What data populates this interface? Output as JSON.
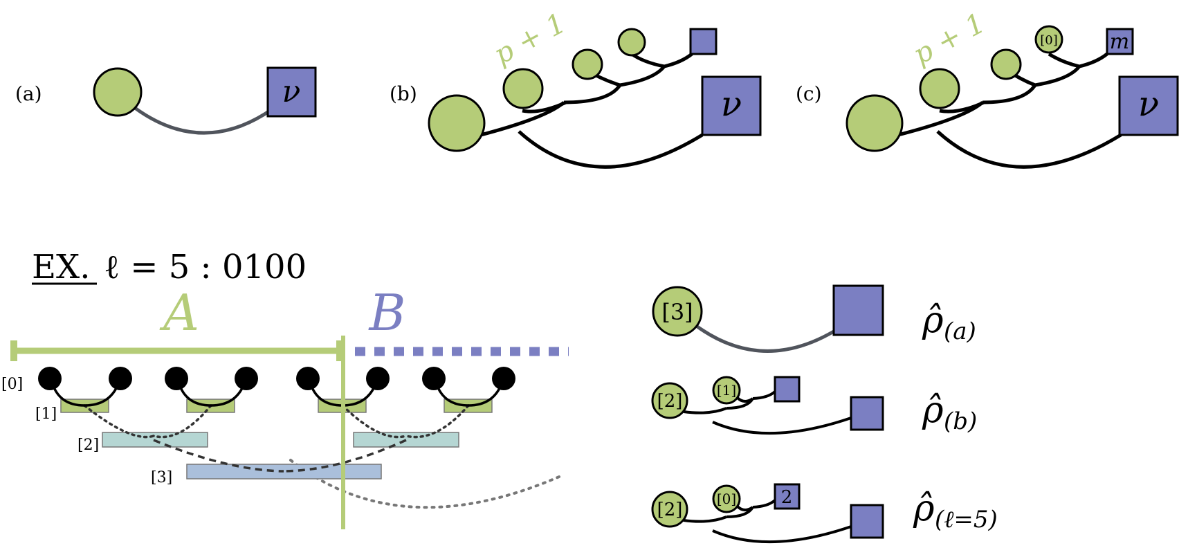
{
  "colors": {
    "green": "#b5cc78",
    "blue": "#7b7fc2",
    "teal": "#b5d6d3",
    "slate": "#aabfdb",
    "dark": "#000000",
    "gray_link": "#50545c",
    "green_text": "#b5cc78",
    "blue_text": "#7b7fc2"
  },
  "panel_a": {
    "label": "(a)",
    "nu": "ν"
  },
  "panel_b": {
    "label": "(b)",
    "nu": "ν",
    "p_label": "p + 1"
  },
  "panel_c": {
    "label": "(c)",
    "nu": "ν",
    "p_label": "p + 1",
    "zero_label": "[0]",
    "m_label": "m"
  },
  "example": {
    "ex_label": "EX.",
    "equation": "ℓ = 5 : 0100",
    "region_a": "A",
    "region_b": "B",
    "level_labels": [
      "[0]",
      "[1]",
      "[2]",
      "[3]"
    ]
  },
  "legend": {
    "row_a": {
      "circle": "[3]",
      "rho": "ρ̂",
      "sub": "(a)"
    },
    "row_b": {
      "circle1": "[2]",
      "circle2": "[1]",
      "rho": "ρ̂",
      "sub": "(b)"
    },
    "row_c": {
      "circle1": "[2]",
      "circle2": "[0]",
      "square": "2",
      "rho": "ρ̂",
      "sub": "(ℓ=5)"
    }
  }
}
